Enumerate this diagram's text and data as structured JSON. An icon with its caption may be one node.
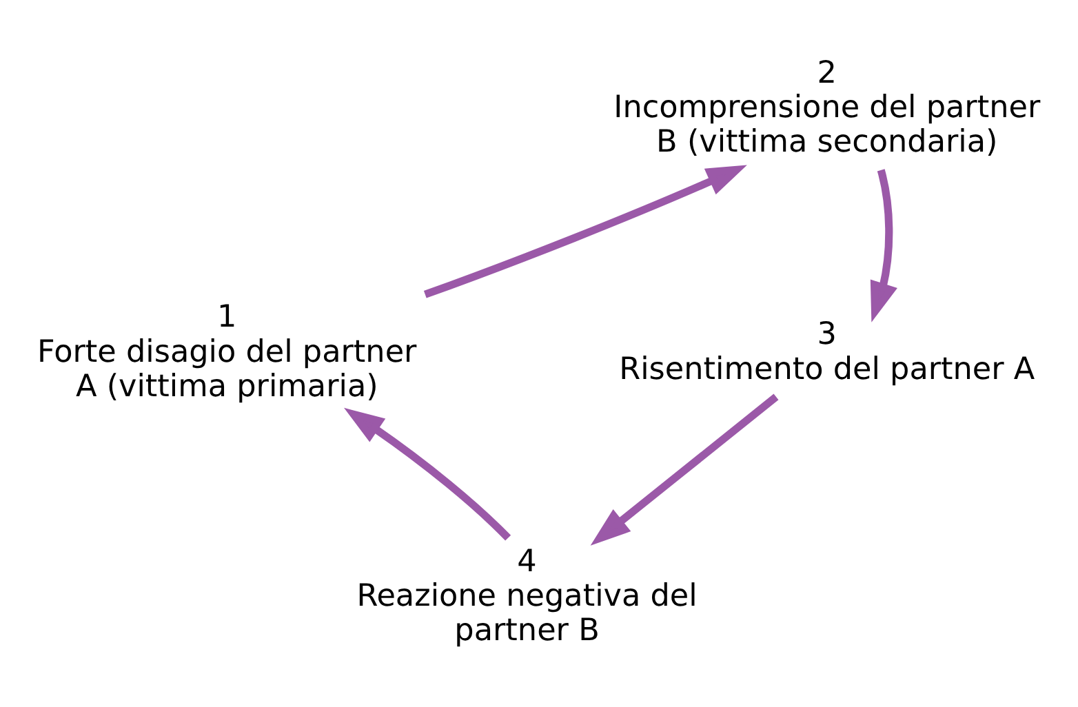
{
  "diagram": {
    "nodes": [
      {
        "text": [
          "1",
          "Forte disagio del partner A (vittima primaria)"
        ]
      },
      {
        "text": [
          "2",
          "Incomprensione del partner B (vittima secondaria)"
        ]
      },
      {
        "text": [
          "3",
          "Risentimento del partner A"
        ]
      },
      {
        "text": [
          "4",
          "Reazione negativa del partner B"
        ]
      }
    ],
    "edges": [
      {
        "from": 0,
        "to": 1,
        "arrow": "to"
      },
      {
        "from": 1,
        "to": 2,
        "arrow": "to"
      },
      {
        "from": 2,
        "to": 3,
        "arrow": "to"
      },
      {
        "from": 3,
        "to": 0,
        "arrow": "to"
      }
    ]
  }
}
